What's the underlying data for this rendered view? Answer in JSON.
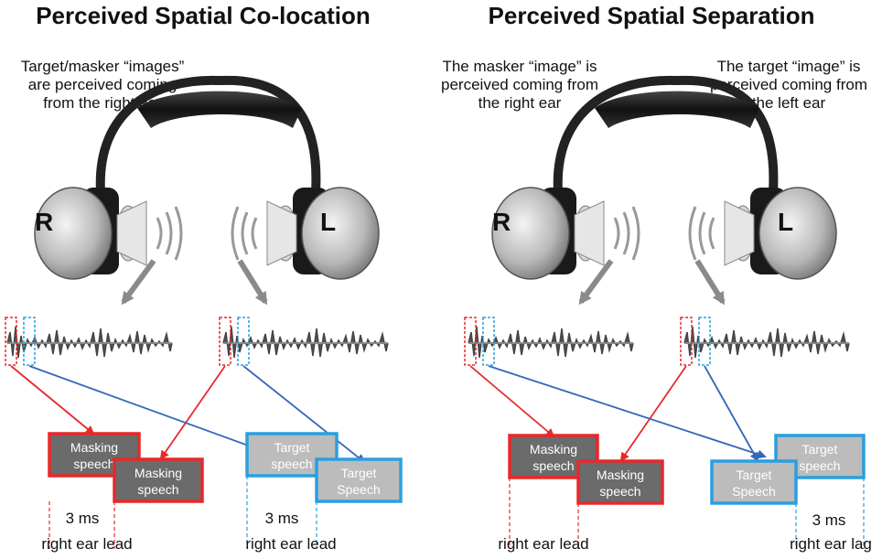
{
  "panels": [
    {
      "title": "Perceived Spatial Co-location",
      "notes": [
        {
          "lines": [
            "Target/masker “images”",
            "are perceived coming",
            "from the right ear"
          ]
        }
      ],
      "ear_labels": {
        "right": "R",
        "left": "L"
      },
      "boxes": {
        "masking_1": [
          "Masking",
          "speech"
        ],
        "masking_2": [
          "Masking",
          "speech"
        ],
        "target_1": [
          "Target",
          "speech"
        ],
        "target_2": [
          "Target",
          "Speech"
        ]
      },
      "measure_left": {
        "interval": "3 ms",
        "caption": "right ear lead"
      },
      "measure_right": {
        "interval": "3 ms",
        "caption": "right ear lead"
      }
    },
    {
      "title": "Perceived Spatial Separation",
      "notes": [
        {
          "lines": [
            "The masker “image” is",
            "perceived coming from",
            "the right ear"
          ]
        },
        {
          "lines": [
            "The target “image” is",
            "perceived coming from",
            "the left ear"
          ]
        }
      ],
      "ear_labels": {
        "right": "R",
        "left": "L"
      },
      "boxes": {
        "masking_1": [
          "Masking",
          "speech"
        ],
        "masking_2": [
          "Masking",
          "speech"
        ],
        "target_1": [
          "Target",
          "speech"
        ],
        "target_2": [
          "Target",
          "Speech"
        ]
      },
      "measure_left": {
        "interval": "",
        "caption": "right ear lead"
      },
      "measure_right": {
        "interval": "3 ms",
        "caption": "right ear lag"
      }
    }
  ],
  "colors": {
    "masker": "#e8282b",
    "target": "#2a9fe0",
    "target_arrow": "#3366bb",
    "masking_fill": "#6b6b6b",
    "target_fill": "#bcbcbc"
  }
}
